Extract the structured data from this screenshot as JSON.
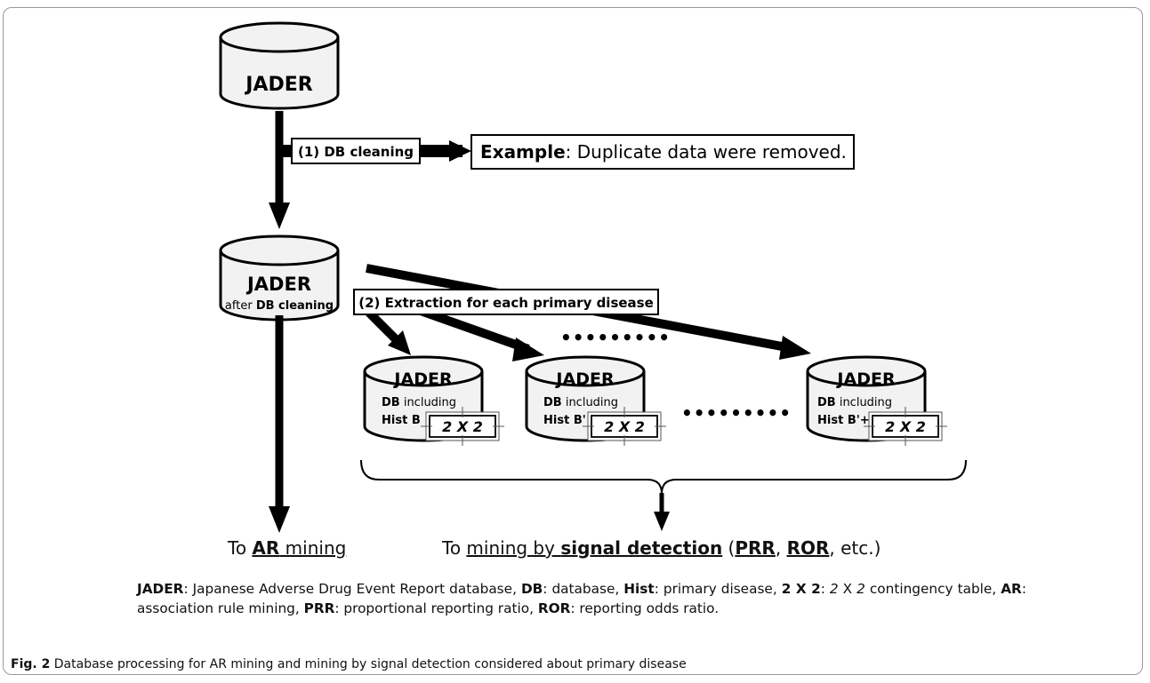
{
  "nodes": {
    "top_db": {
      "title": "JADER"
    },
    "clean_db": {
      "title": "JADER",
      "sub_prefix": "after ",
      "sub_bold": "DB cleaning"
    },
    "step1": {
      "label": "(1) DB cleaning"
    },
    "example": {
      "bold": "Example",
      "text": ": Duplicate data were removed."
    },
    "step2": {
      "label": "(2) Extraction for each primary disease"
    },
    "sub_dbs": [
      {
        "title": "JADER",
        "line1_bold": "DB",
        "line1_rest": " including",
        "line2": "Hist B",
        "table": "2 X 2"
      },
      {
        "title": "JADER",
        "line1_bold": "DB",
        "line1_rest": " including",
        "line2": "Hist B'",
        "table": "2 X 2"
      },
      {
        "title": "JADER",
        "line1_bold": "DB",
        "line1_rest": " including",
        "line2": "Hist B'+",
        "table": "2 X 2"
      }
    ],
    "ellipsis": "•••••••••"
  },
  "outputs": {
    "ar": {
      "prefix": "To ",
      "bold": "AR",
      "rest": " mining"
    },
    "signal": {
      "prefix": "To ",
      "u1": "mining by ",
      "u2": "signal detection",
      "mid": " (",
      "prr": "PRR",
      "comma": ", ",
      "ror": "ROR",
      "tail": ", etc.)"
    }
  },
  "legend": [
    {
      "b": "JADER",
      "t": ": Japanese Adverse Drug Event Report database, "
    },
    {
      "b": "DB",
      "t": ": database, "
    },
    {
      "b": "Hist",
      "t": ": primary disease, "
    },
    {
      "b": "2 X 2",
      "t": ": "
    },
    {
      "i": "2",
      "t": " X "
    },
    {
      "i": "2",
      "t": " contingency table, "
    },
    {
      "b": "AR",
      "t": ": association rule mining, "
    },
    {
      "b": "PRR",
      "t": ": proportional reporting ratio, "
    },
    {
      "b": "ROR",
      "t": ": reporting odds ratio."
    }
  ],
  "caption": {
    "label": "Fig. 2",
    "text": " Database processing for AR mining and mining by signal detection considered about primary disease"
  }
}
